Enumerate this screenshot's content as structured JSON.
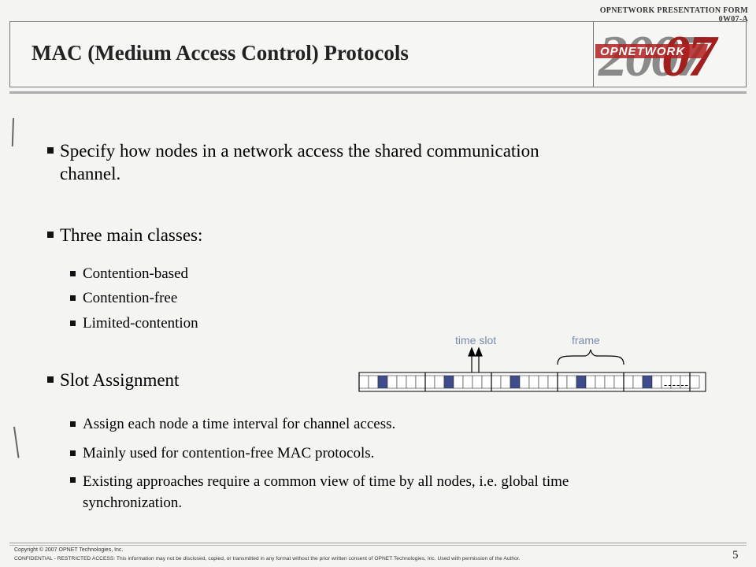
{
  "header": {
    "form_label": "OPNETWORK PRESENTATION FORM 0W07-A",
    "title": "MAC (Medium Access Control) Protocols",
    "logo": {
      "brand": "OPNETWORK",
      "year": "2007"
    }
  },
  "content": {
    "bullet1": {
      "line1": "Specify how nodes in a network access the shared communication",
      "line2": "channel."
    },
    "bullet2": {
      "text": "Three main classes:",
      "subs": [
        "Contention-based",
        "Contention-free",
        "Limited-contention"
      ]
    },
    "bullet3": {
      "text": "Slot Assignment",
      "subs": [
        {
          "line1": "Assign each node a time interval for channel access."
        },
        {
          "line1": "Mainly used for contention-free MAC protocols."
        },
        {
          "line1": "Existing approaches require a common view of time by all nodes, i.e. global time",
          "line2": "synchronization."
        }
      ]
    }
  },
  "diagram": {
    "time_slot_label": "time slot",
    "frame_label": "frame",
    "ellipsis": "------",
    "highlight_color": "#3e4b8c"
  },
  "footer": {
    "copyright": "Copyright © 2007  OPNET Technologies,  Inc.",
    "confidential": "CONFIDENTIAL - RESTRICTED ACCESS: This information may not be disclosed, copied,  or transmitted in any format without the prior written consent  of OPNET Technologies,  Inc.   Used with permission of the Author.",
    "page_number": "5"
  }
}
